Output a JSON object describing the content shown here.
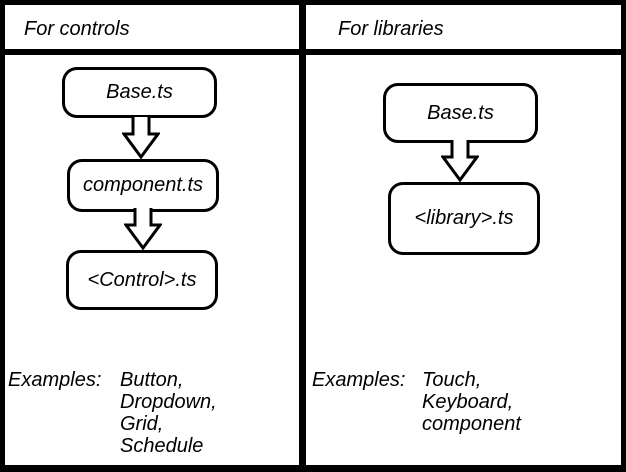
{
  "panels": [
    {
      "title": "For controls",
      "boxes": [
        "Base.ts",
        "component.ts",
        "<Control>.ts"
      ],
      "examples_label": "Examples:",
      "examples": [
        "Button,",
        "Dropdown,",
        "Grid,",
        "Schedule"
      ]
    },
    {
      "title": "For libraries",
      "boxes": [
        "Base.ts",
        "<library>.ts"
      ],
      "examples_label": "Examples:",
      "examples": [
        "Touch,",
        "Keyboard,",
        "component"
      ]
    }
  ],
  "colors": {
    "line": "#000000",
    "background": "#ffffff"
  }
}
